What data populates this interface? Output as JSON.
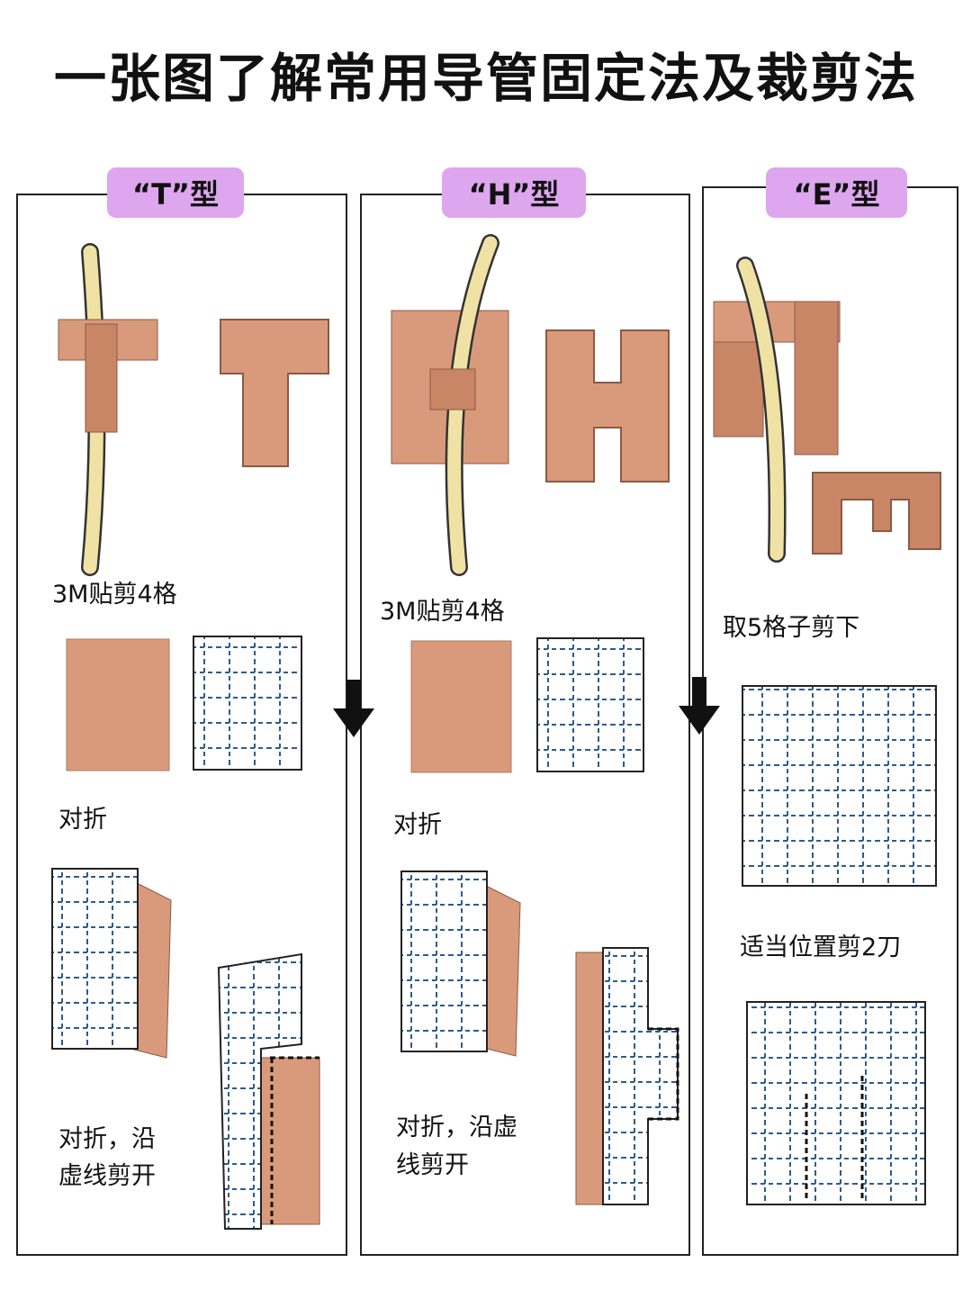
{
  "title": "一张图了解常用导管固定法及裁剪法",
  "colors": {
    "tag": "#DDA6EE",
    "tape": "#D99A7C",
    "tube": "#EFE2A4",
    "grid": "#2E5C8A"
  },
  "panels": [
    {
      "tag": "“T”型",
      "step1": "3M贴剪4格",
      "step2": "对折",
      "step3_line1": "对折，沿",
      "step3_line2": "虚线剪开"
    },
    {
      "tag": "“H”型",
      "step1": "3M贴剪4格",
      "step2": "对折",
      "step3_line1": "对折，沿虚",
      "step3_line2": "线剪开"
    },
    {
      "tag": "“E”型",
      "step1": "取5格子剪下",
      "step2": "适当位置剪2刀"
    }
  ]
}
